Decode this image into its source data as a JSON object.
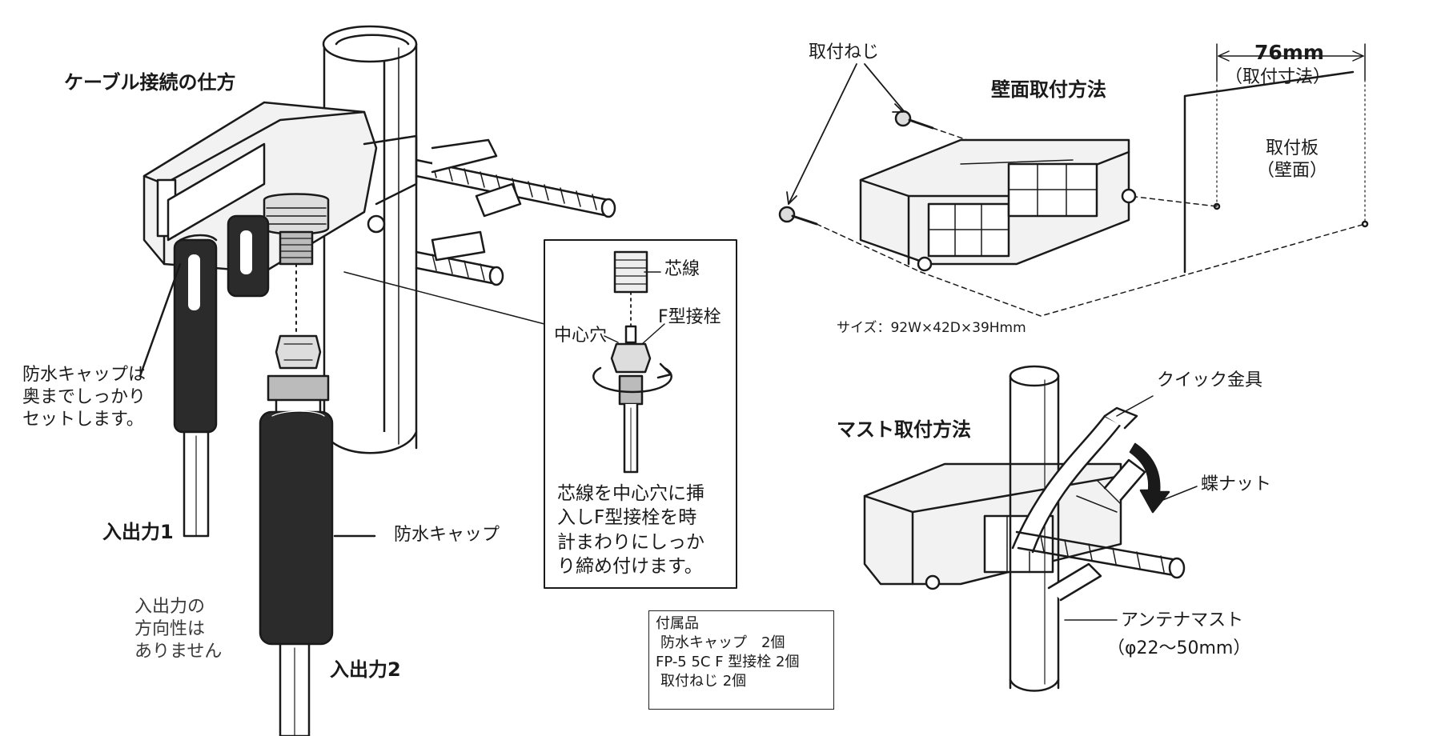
{
  "cable": {
    "title": "ケーブル接続の仕方",
    "cap_note": [
      "防水キャップは",
      "奥までしっかり",
      "セットします。"
    ],
    "io1": "入出力1",
    "io2": "入出力2",
    "cap_label": "防水キャップ",
    "direction_note": [
      "入出力の",
      "方向性は",
      "ありません"
    ]
  },
  "detail": {
    "core": "芯線",
    "f_plug": "F型接栓",
    "center_hole": "中心穴",
    "instructions": [
      "芯線を中心穴に挿",
      "入しF型接栓を時",
      "計まわりにしっか",
      "り締め付けます。"
    ]
  },
  "accessories": {
    "heading": "付属品",
    "items": [
      "防水キャップ　2個",
      "FP-5 5C F 型接栓 2個",
      "取付ねじ  2個"
    ]
  },
  "wall": {
    "title": "壁面取付方法",
    "screw": "取付ねじ",
    "dimension": "76mm",
    "dimension_note": "（取付寸法）",
    "board": [
      "取付板",
      "（壁面）"
    ],
    "size": "サイズ：92W×42D×39Hmm"
  },
  "mast": {
    "title": "マスト取付方法",
    "quick": "クイック金具",
    "butterfly": "蝶ナット",
    "mast_label": "アンテナマスト",
    "mast_range": "（φ22～50mm）"
  },
  "colors": {
    "ink": "#1a1a1a",
    "cap": "#2b2b2b",
    "paper": "#ffffff"
  }
}
